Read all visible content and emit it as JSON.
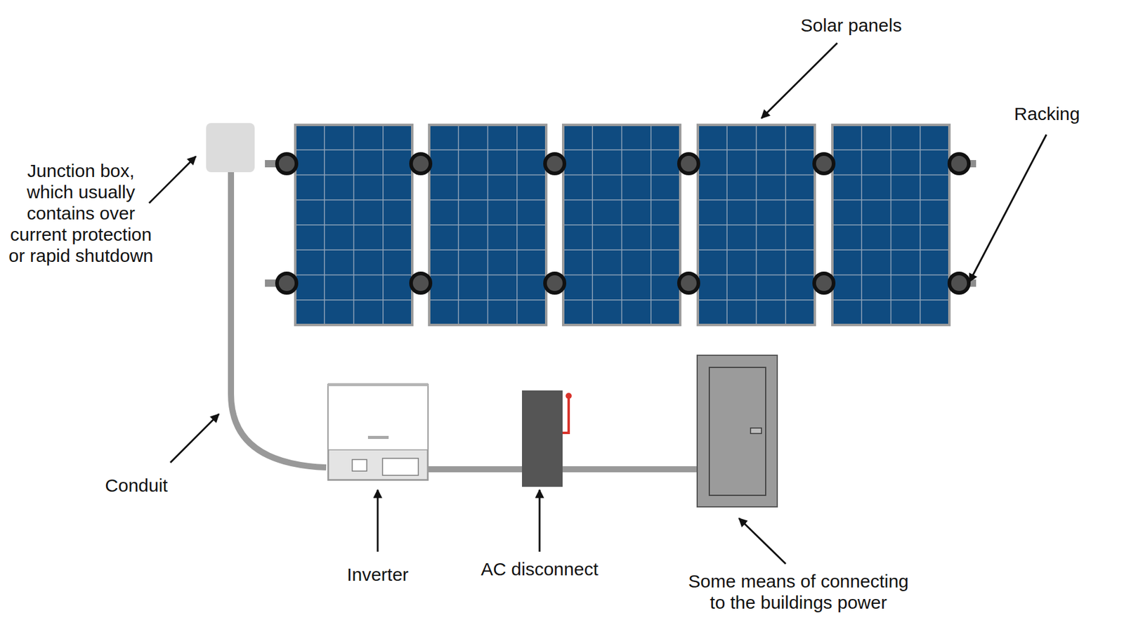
{
  "diagram": {
    "labels": [
      "Solar panels",
      "Racking",
      "Junction box, which usually contains over current protection or rapid shutdown",
      "Conduit",
      "Inverter",
      "AC disconnect",
      "Some means of connecting to the buildings power"
    ]
  }
}
